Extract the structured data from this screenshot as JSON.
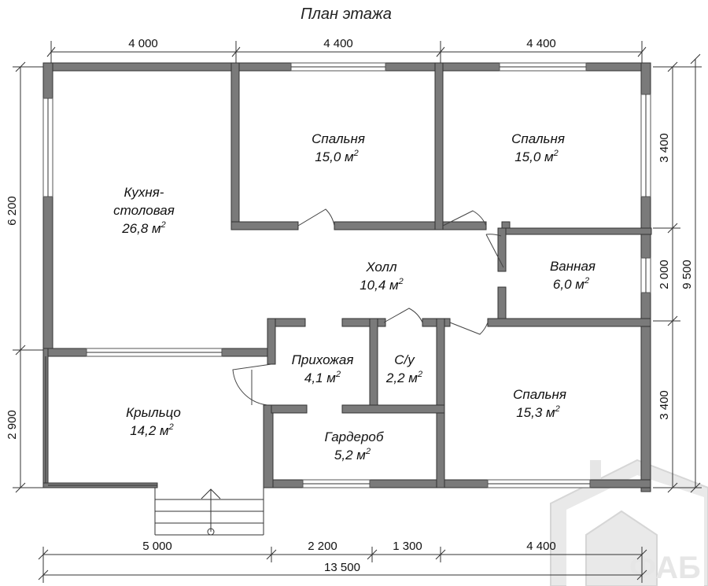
{
  "title": "План этажа",
  "rooms": {
    "kitchen": {
      "line1": "Кухня-",
      "line2": "столовая",
      "area": "26,8 м",
      "sup": "2"
    },
    "bedroom1": {
      "name": "Спальня",
      "area": "15,0 м",
      "sup": "2"
    },
    "bedroom2": {
      "name": "Спальня",
      "area": "15,0 м",
      "sup": "2"
    },
    "hall": {
      "name": "Холл",
      "area": "10,4 м",
      "sup": "2"
    },
    "bathroom": {
      "name": "Ванная",
      "area": "6,0 м",
      "sup": "2"
    },
    "entry": {
      "name": "Прихожая",
      "area": "4,1 м",
      "sup": "2"
    },
    "wc": {
      "name": "С/у",
      "area": "2,2 м",
      "sup": "2"
    },
    "porch": {
      "name": "Крыльцо",
      "area": "14,2 м",
      "sup": "2"
    },
    "wardrobe": {
      "name": "Гардероб",
      "area": "5,2 м",
      "sup": "2"
    },
    "bedroom3": {
      "name": "Спальня",
      "area": "15,3 м",
      "sup": "2"
    }
  },
  "dimensions": {
    "top": [
      "4 000",
      "4 400",
      "4 400"
    ],
    "bottom": [
      "5 000",
      "2 200",
      "1 300",
      "4 400"
    ],
    "bottom_total": "13 500",
    "left": [
      "6 200",
      "2 900"
    ],
    "right": [
      "3 400",
      "2 000",
      "3 400"
    ],
    "right_total": "9 500"
  },
  "watermark": {
    "text": "ФАБ"
  },
  "colors": {
    "wall": "#7a7a7a",
    "line": "#333333"
  }
}
